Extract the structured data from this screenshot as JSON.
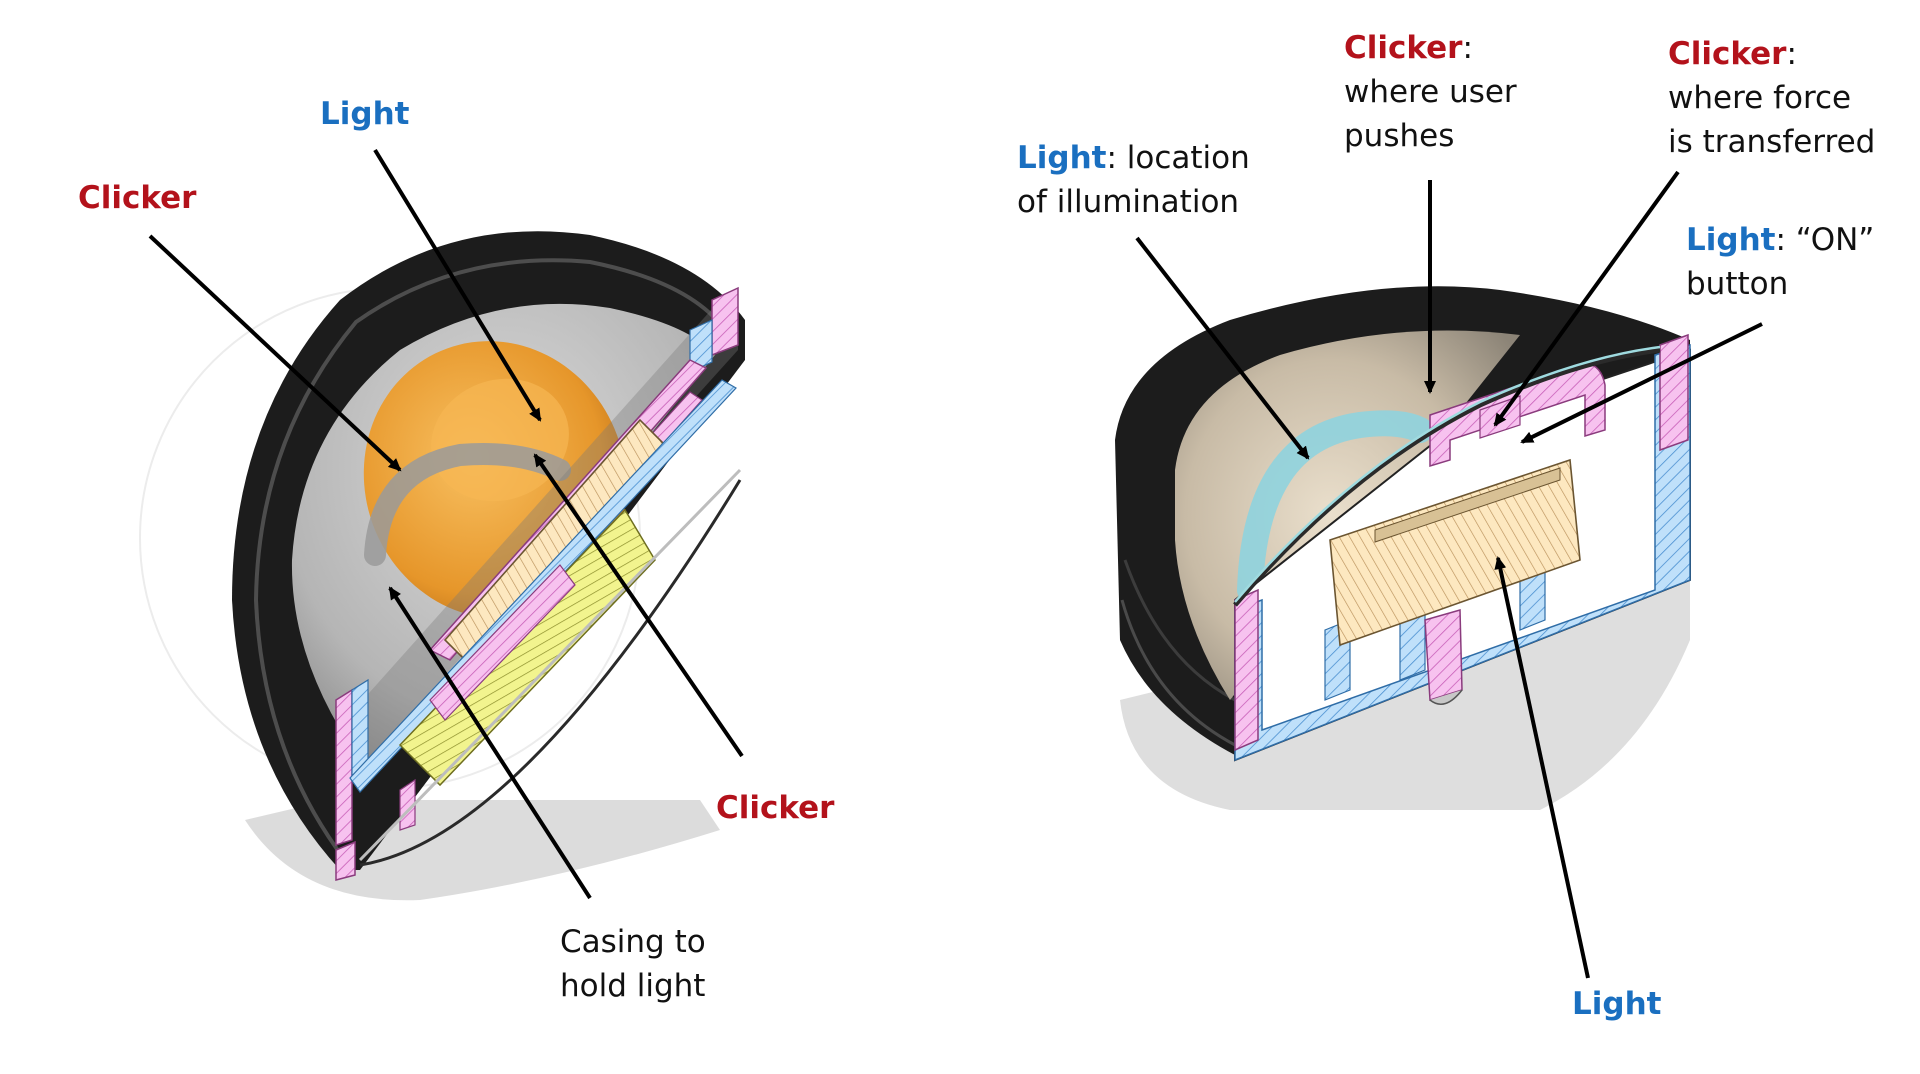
{
  "colors": {
    "clicker": "#b3121b",
    "light": "#1a6fc0",
    "ink": "#111111",
    "shell": "#1e1e1e",
    "shell_edge": "#3c3c3c",
    "lens": "#bdbdbd",
    "bulb": "#f0a43a",
    "hatch_pink": "#f2a3e6",
    "hatch_blue": "#9ecff5",
    "hatch_cream": "#fbe2b2",
    "hatch_yellow": "#eef07a",
    "hatch_cyan": "#9fdbe0",
    "wall": "#8d8d8d",
    "shadow": "#d9d9d9"
  },
  "left_view": {
    "labels": [
      {
        "name": "light-top",
        "head": "Light",
        "head_color": "light",
        "rest_lines": []
      },
      {
        "name": "clicker-left",
        "head": "Clicker",
        "head_color": "clicker",
        "rest_lines": []
      },
      {
        "name": "clicker-right",
        "head": "Clicker",
        "head_color": "clicker",
        "rest_lines": []
      },
      {
        "name": "casing",
        "head": "",
        "head_color": "",
        "rest_lines": [
          "Casing to",
          "hold light"
        ]
      }
    ]
  },
  "right_view": {
    "labels": [
      {
        "name": "light-illumination",
        "head": "Light",
        "head_color": "light",
        "rest_lines": [
          ": location",
          "of illumination"
        ]
      },
      {
        "name": "clicker-push",
        "head": "Clicker",
        "head_color": "clicker",
        "rest_lines": [
          ":",
          "where user",
          "pushes"
        ]
      },
      {
        "name": "clicker-force",
        "head": "Clicker",
        "head_color": "clicker",
        "rest_lines": [
          ":",
          "where force",
          "is transferred"
        ]
      },
      {
        "name": "light-on-button",
        "head": "Light",
        "head_color": "light",
        "rest_lines": [
          ": “ON”",
          "button"
        ]
      },
      {
        "name": "light-bottom",
        "head": "Light",
        "head_color": "light",
        "rest_lines": []
      }
    ]
  }
}
